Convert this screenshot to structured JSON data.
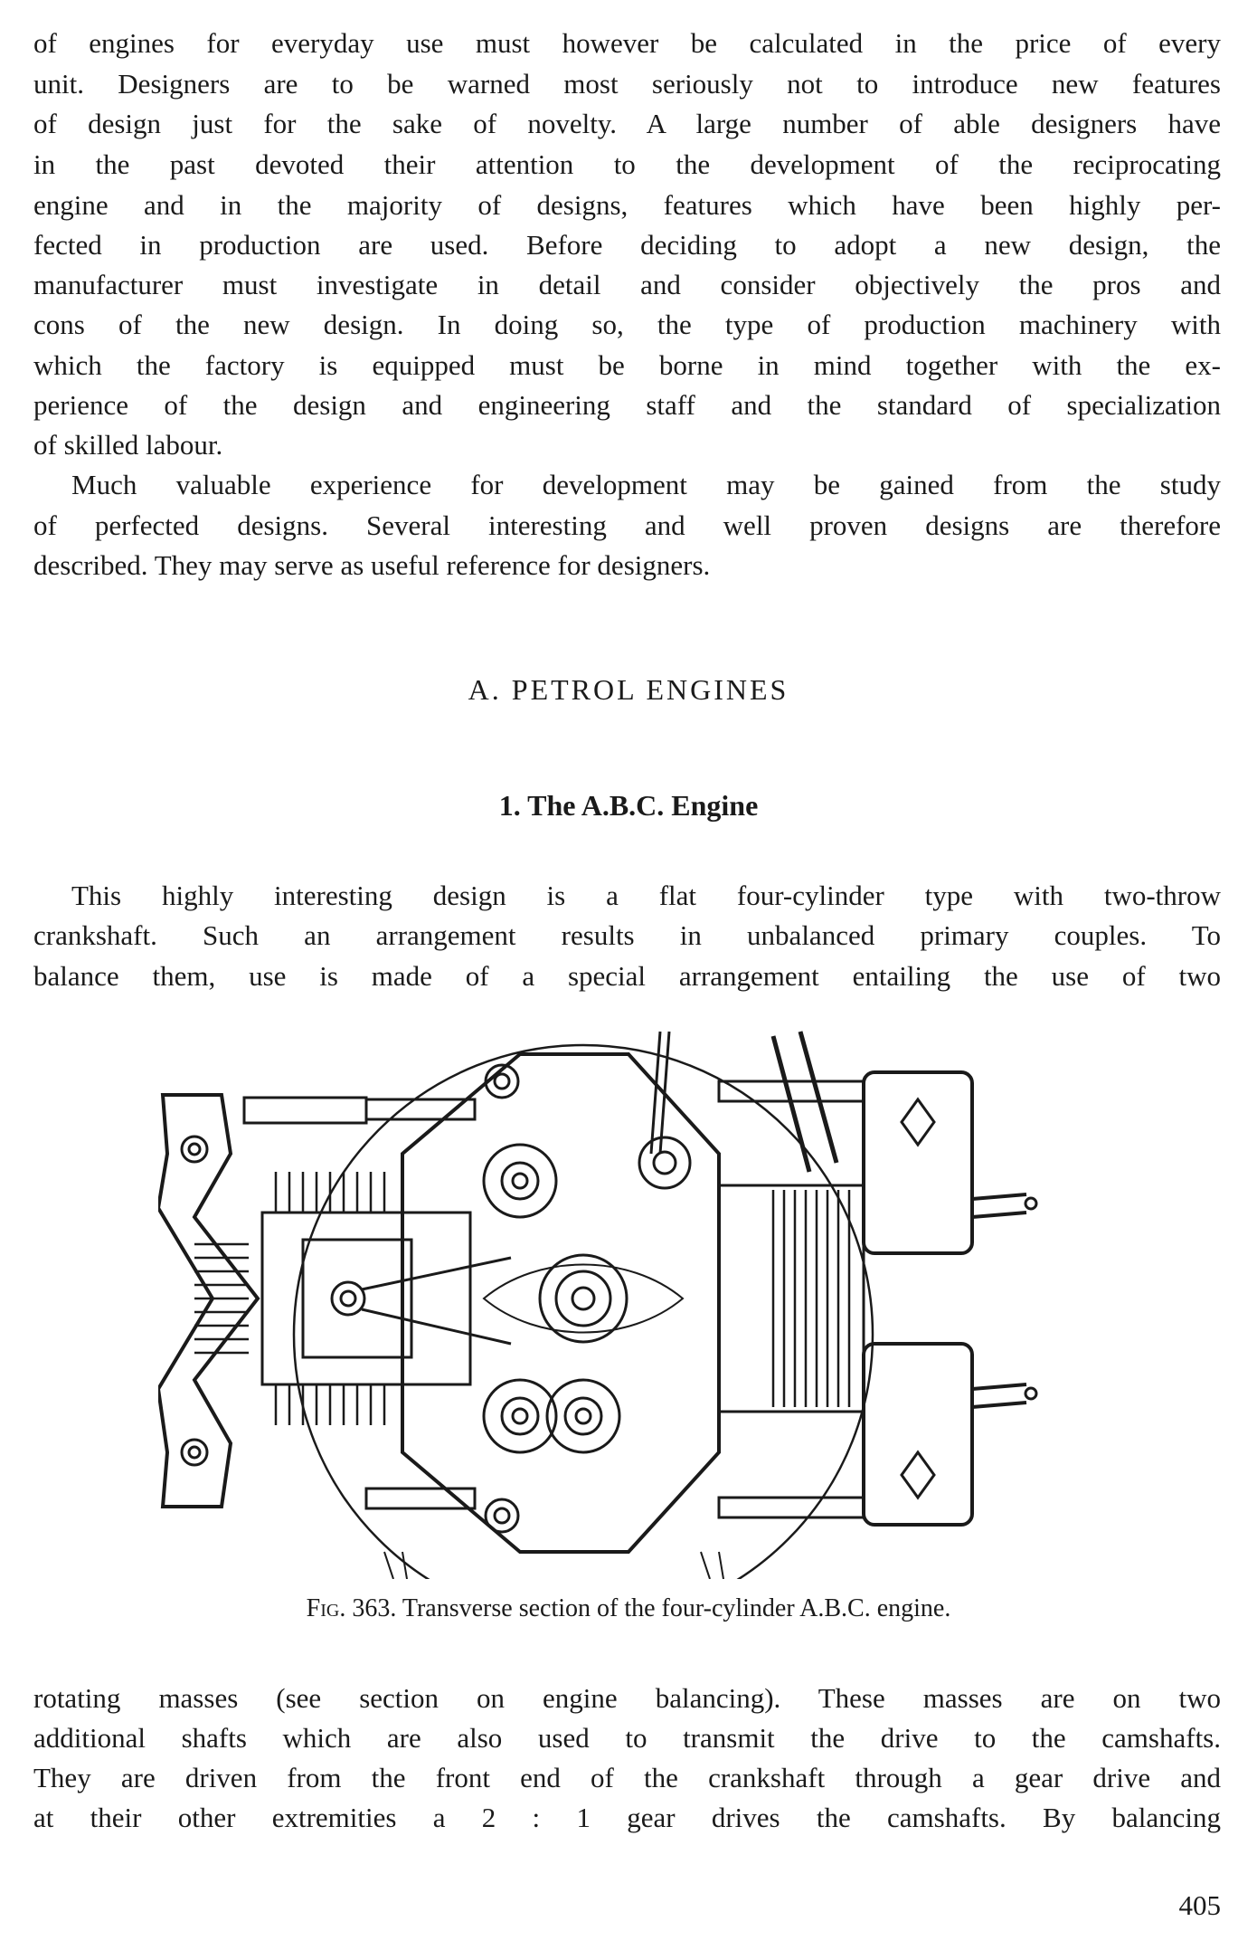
{
  "paragraph_1": [
    "of engines for everyday use must however be calculated in the price of every",
    "unit. Designers are to be warned most seriously not to introduce new features",
    "of design just for the sake of novelty. A large number of able designers have",
    "in the past devoted their attention to the development of the reciprocating",
    "engine and in the majority of designs, features which have been highly per-",
    "fected in production are used. Before deciding to adopt a new design, the",
    "manufacturer must investigate in detail and consider objectively the pros and",
    "cons of the new design. In doing so, the type of production machinery with",
    "which the factory is equipped must be borne in mind together with the ex-",
    "perience of the design and engineering staff and the standard of specialization",
    "of skilled labour."
  ],
  "paragraph_2": [
    "Much valuable experience for development may be gained from the study",
    "of perfected designs. Several interesting and well proven designs are therefore",
    "described. They may serve as useful reference for designers."
  ],
  "section_heading": "A. PETROL ENGINES",
  "subsection_heading": "1. The A.B.C. Engine",
  "paragraph_3": [
    "This highly interesting design is a flat four-cylinder type with two-throw",
    "crankshaft. Such an arrangement results in unbalanced primary couples. To",
    "balance them, use is made of a special arrangement entailing the use of two"
  ],
  "figure": {
    "label": "Fig.",
    "number": "363.",
    "caption": "Transverse section of the four-cylinder A.B.C. engine."
  },
  "paragraph_4": [
    "rotating masses (see section on engine balancing). These masses are on two",
    "additional shafts which are also used to transmit the drive to the camshafts.",
    "They are driven from the front end of the crankshaft through a gear drive and",
    "at their other extremities a 2 : 1 gear drives the camshafts. By balancing"
  ],
  "page_number": "405"
}
